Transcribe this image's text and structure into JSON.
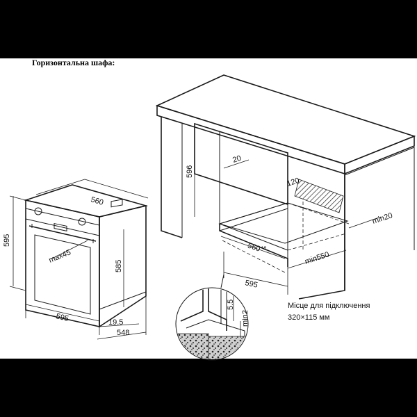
{
  "heading": "Горизонтальна шафа:",
  "oven_dimensions": {
    "width_top": "560",
    "height_left": "595",
    "max_angle": "max45",
    "height_inner": "585",
    "width_bottom": "595",
    "gap": "19.5",
    "depth": "548"
  },
  "cabinet_dimensions": {
    "height": "596",
    "inset": "20",
    "back_cut": "120",
    "side_gap": "min20",
    "niche_width": "560",
    "niche_width_tolerance": "+8",
    "niche_depth": "min550",
    "front_width": "595",
    "detail_offset": "5.5",
    "detail_gap": "min2"
  },
  "connection_note": {
    "line1": "Місце для підключення",
    "line2": "320×115 мм"
  }
}
